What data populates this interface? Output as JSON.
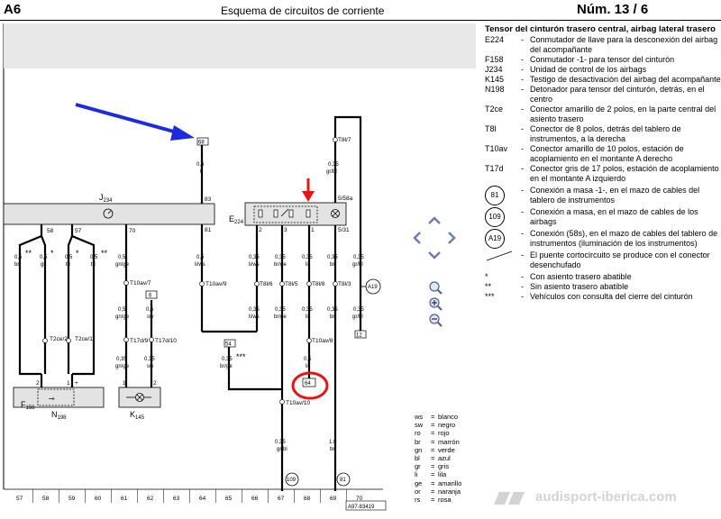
{
  "header": {
    "section": "A6",
    "title": "Esquema de circuitos de corriente",
    "page": "Núm.   13 / 6"
  },
  "legend": {
    "title": "Tensor del cinturón trasero central, airbag lateral trasero",
    "items": [
      {
        "code": "E224",
        "desc": "Conmutador de llave para la desconexión del airbag del acompañante"
      },
      {
        "code": "F158",
        "desc": "Conmutador -1- para tensor del cinturón"
      },
      {
        "code": "J234",
        "desc": "Unidad de control de los airbags"
      },
      {
        "code": "K145",
        "desc": "Testigo de desactivación del airbag del acompañante"
      },
      {
        "code": "N198",
        "desc": "Detonador para tensor del cinturón, detrás, en el centro"
      },
      {
        "code": "T2ce",
        "desc": "Conector amarillo de 2 polos, en la parte central del asiento trasero"
      },
      {
        "code": "T8l",
        "desc": "Conector de 8 polos, detrás del tablero de instrumentos, a la derecha"
      },
      {
        "code": "T10av",
        "desc": "Conector amarillo de 10 polos, estación de acoplamiento en el montante A derecho"
      },
      {
        "code": "T17d",
        "desc": "Conector gris de 17 polos, estación de acoplamiento en el montante A izquierdo"
      }
    ],
    "symbols": [
      {
        "code": "81",
        "desc": "Conexión a masa -1-, en el mazo de cables del tablero de instrumentos"
      },
      {
        "code": "109",
        "desc": "Conexión a masa, en el mazo de cables de los airbags"
      },
      {
        "code": "A19",
        "desc": "Conexión (58s), en el mazo de cables del tablero de instrumentos (iluminación de los instrumentos)"
      },
      {
        "code": "",
        "desc": "El puente cortocircuito se produce con el conector desenchufado"
      }
    ],
    "notes": [
      {
        "code": "*",
        "desc": "Con asiento trasero abatible"
      },
      {
        "code": "**",
        "desc": "Sin asiento trasero abatible"
      },
      {
        "code": "***",
        "desc": "Vehículos con consulta del cierre del cinturón"
      }
    ]
  },
  "colors": [
    {
      "code": "ws",
      "name": "blanco"
    },
    {
      "code": "sw",
      "name": "negro"
    },
    {
      "code": "ro",
      "name": "rojo"
    },
    {
      "code": "br",
      "name": "marrón"
    },
    {
      "code": "gn",
      "name": "verde"
    },
    {
      "code": "bl",
      "name": "azul"
    },
    {
      "code": "gr",
      "name": "gris"
    },
    {
      "code": "li",
      "name": "lila"
    },
    {
      "code": "ge",
      "name": "amarillo"
    },
    {
      "code": "or",
      "name": "naranja"
    },
    {
      "code": "rs",
      "name": "rosa"
    }
  ],
  "schematic": {
    "ref": "A97-83419",
    "ruler": [
      "57",
      "58",
      "59",
      "60",
      "61",
      "62",
      "63",
      "64",
      "65",
      "66",
      "67",
      "68",
      "69",
      "70"
    ],
    "components": {
      "j234": "J",
      "j234_sub": "234",
      "e224": "E",
      "e224_sub": "224",
      "f158": "F",
      "f158_sub": "158",
      "n198": "N",
      "n198_sub": "198",
      "k145": "K",
      "k145_sub": "145"
    },
    "pins": {
      "j_58": "58",
      "j_57": "57",
      "j_70": "70",
      "j_81": "81",
      "j_83": "83",
      "e_2": "2",
      "e_3": "3",
      "e_1": "1",
      "e_531": "5/31",
      "e_558a": "5/58a",
      "f_2": "2",
      "f_1": "1",
      "f_plus": "+",
      "k_1": "1",
      "k_2": "2"
    },
    "connectors": {
      "c68": "68",
      "c6": "6",
      "c64": "64",
      "c54": "54",
      "c12": "12",
      "t2ce2": "T2ce/2",
      "t2ce1": "T2ce/1",
      "t10av7": "T10av/7",
      "t10av9": "T10av/9",
      "t10av8": "T10av/8",
      "t10av10": "T10av/10",
      "t17d9": "T17d/9",
      "t17d10": "T17d/10",
      "t8l6": "T8l/6",
      "t8l5": "T8l/5",
      "t8l8": "T8l/8",
      "t8l3": "T8l/3",
      "t8l7": "T8l/7"
    },
    "grounds": {
      "g109": "109",
      "g81": "81",
      "a19": "A19"
    },
    "wires": {
      "w1_sz": "0,5",
      "w1_col": "br",
      "w1_note": "**",
      "w2_sz": "0,5",
      "w2_col": "gr",
      "w2_note": "*",
      "w3_sz": "0,5",
      "w3_col": "bl",
      "w3_note": "*",
      "w4_sz": "0,5",
      "w4_col": "bl",
      "w4_note": "**",
      "w5_sz": "0,5",
      "w5_col": "gn/ge",
      "w6_sz": "0,5",
      "w6_col": "gn/ge",
      "w7_sz": "0,35",
      "w7_col": "gn/ge",
      "w8_sz": "0,5",
      "w8_col": "sw",
      "w9_sz": "0,35",
      "w9_col": "sw",
      "w10_sz": "0,5",
      "w10_col": "li",
      "w11_sz": "0,5",
      "w11_col": "li/ws",
      "w12_sz": "0,35",
      "w12_col": "li/ws",
      "w13_sz": "0,35",
      "w13_col": "li/ws",
      "w14_sz": "0,35",
      "w14_col": "br/ge",
      "w15_sz": "0,35",
      "w15_col": "br/ge",
      "w16_sz": "0,35",
      "w16_col": "br/ge",
      "w16_note": "***",
      "w17_sz": "0,35",
      "w17_col": "li",
      "w18_sz": "0,35",
      "w18_col": "li",
      "w19_sz": "0,5",
      "w19_col": "li",
      "w20_sz": "0,35",
      "w20_col": "br",
      "w21_sz": "0,35",
      "w21_col": "gr/bl",
      "w22_sz": "0,35",
      "w22_col": "gr/bl",
      "w23_sz": "0,35",
      "w23_col": "br",
      "w24_sz": "1,0",
      "w24_col": "br",
      "w25_sz": "0,35",
      "w25_col": "gr/bl",
      "w26_sz": "0,35",
      "w26_col": "gr/bl"
    }
  },
  "watermark": "audisport-iberica.com",
  "annotation_colors": {
    "arrow": "#1c2be0",
    "highlight": "#e81414"
  }
}
